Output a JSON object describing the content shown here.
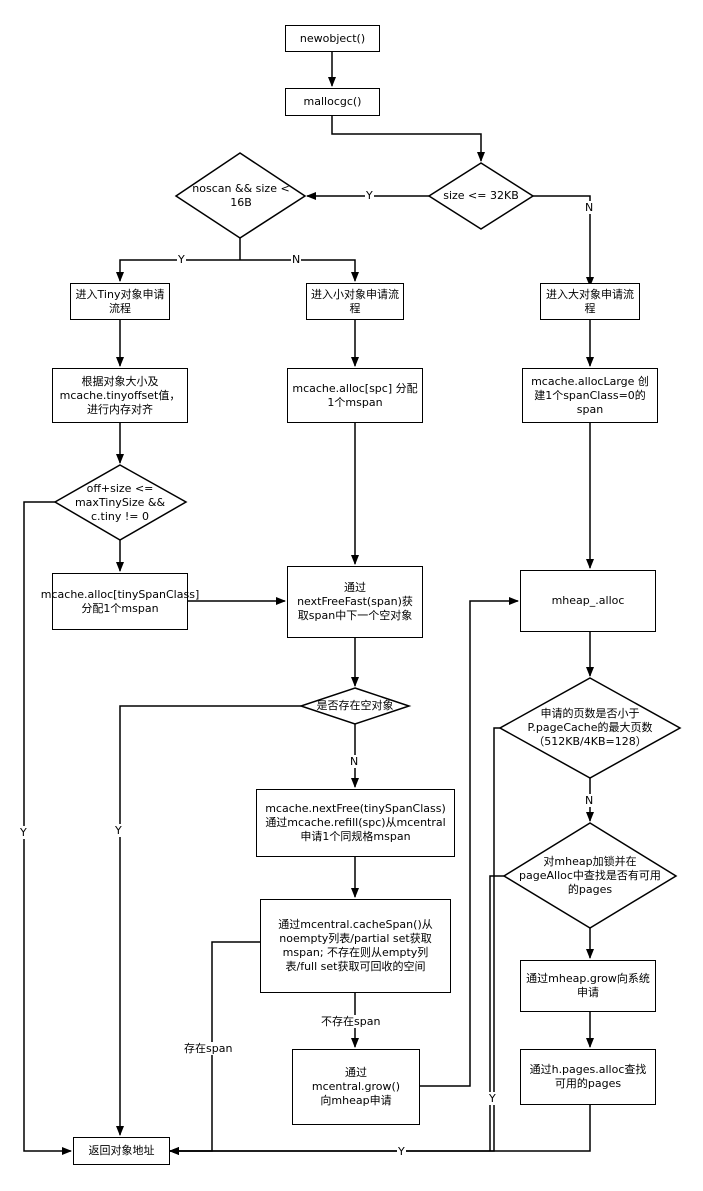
{
  "nodes": {
    "newobject": "newobject()",
    "mallocgc": "mallocgc()",
    "size_check": "size <= 32KB",
    "noscan_check": "noscan && size < 16B",
    "tiny_flow": "进入Tiny对象申请流程",
    "small_flow": "进入小对象申请流程",
    "large_flow": "进入大对象申请流程",
    "tiny_align": "根据对象大小及mcache.tinyoffset值，进行内存对齐",
    "small_alloc": "mcache.alloc[spc] 分配1个mspan",
    "large_alloc": "mcache.allocLarge 创建1个spanClass=0的span",
    "tiny_check": "off+size <= maxTinySize && c.tiny != 0",
    "tiny_span_alloc": "mcache.alloc[tinySpanClass] 分配1个mspan",
    "next_free_fast": "通过nextFreeFast(span)获取span中下一个空对象",
    "mheap_alloc": "mheap_.alloc",
    "has_free_check": "是否存在空对象",
    "page_check": "申请的页数是否小于P.pageCache的最大页数（512KB/4KB=128）",
    "next_free": "mcache.nextFree(tinySpanClass)通过mcache.refill(spc)从mcentral申请1个同规格mspan",
    "lock_check": "对mheap加锁并在pageAlloc中查找是否有可用的pages",
    "cache_span": "通过mcentral.cacheSpan()从noempty列表/partial set获取mspan; 不存在则从empty列表/full set获取可回收的空间",
    "heap_grow": "通过mheap.grow向系统申请",
    "central_grow": "通过mcentral.grow()向mheap申请",
    "pages_alloc": "通过h.pages.alloc查找可用的pages",
    "return_addr": "返回对象地址"
  },
  "edge_labels": {
    "size_yes": "Y",
    "size_no": "N",
    "noscan_yes": "Y",
    "noscan_no": "N",
    "tiny_yes": "Y",
    "free_yes": "Y",
    "free_no": "N",
    "page_no": "N",
    "page_yes": "Y",
    "lock_yes": "Y",
    "span_missing": "不存在span",
    "span_exists": "存在span"
  }
}
